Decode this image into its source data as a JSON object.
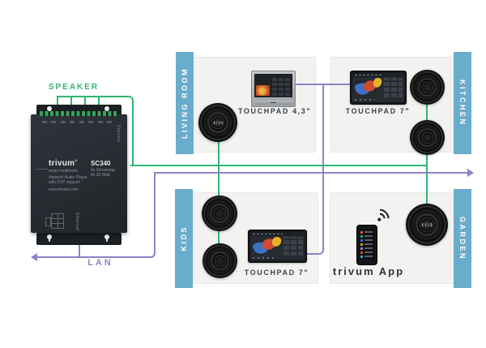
{
  "colors": {
    "speaker_wire_green": "#2eb573",
    "lan_wire_purple": "#8f82c8",
    "room_strip_blue": "#6aaccb",
    "panel_gray": "#f2f2f1",
    "device_charcoal": "#262c31"
  },
  "buses": {
    "speaker_label": "SPEAKER",
    "lan_label": "LAN"
  },
  "device": {
    "brand": "trivum",
    "reg": "®",
    "tagline": "smart multiroom",
    "desc1": "Network Audio Player",
    "desc2": "with DSP support",
    "desc3": "www.trivum.com",
    "model": "SC340",
    "spec1": "4x Streaming",
    "spec2": "8x 30 Watt",
    "speaker_port": "Speaker",
    "ethernet_port": "Ethernet"
  },
  "rooms": {
    "living": {
      "label": "LIVING ROOM",
      "device_label": "TOUCHPAD 4,3\""
    },
    "kitchen": {
      "label": "KITCHEN",
      "device_label": "TOUCHPAD 7\""
    },
    "kids": {
      "label": "KIDS",
      "device_label": "TOUCHPAD 7\""
    },
    "garden": {
      "label": "GARDEN",
      "device_label": "trivum App"
    }
  }
}
